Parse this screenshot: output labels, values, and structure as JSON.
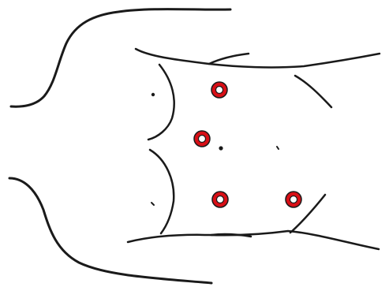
{
  "diagram": {
    "subject": "abdomen-outline-top-view",
    "colors": {
      "outline": "#1a1a1a",
      "port_ring": "#d80f16",
      "port_border": "#1a1a1a",
      "port_center": "#ffffff",
      "background": "#ffffff"
    },
    "ports": [
      {
        "id": "port-upper-mid"
      },
      {
        "id": "port-center-left"
      },
      {
        "id": "port-lower-mid"
      },
      {
        "id": "port-lower-right"
      }
    ],
    "landmarks": [
      {
        "id": "nipple-upper-left"
      },
      {
        "id": "navel"
      },
      {
        "id": "dot-right"
      },
      {
        "id": "nipple-lower-left"
      }
    ]
  }
}
